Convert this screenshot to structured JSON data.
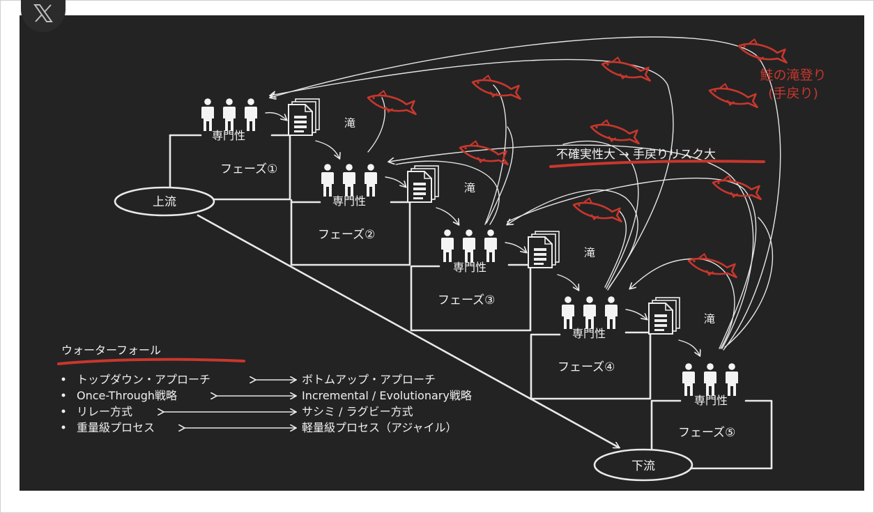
{
  "labels": {
    "upstream": "上流",
    "downstream": "下流",
    "taki": "滝",
    "expertise": "専門性",
    "phases": [
      "フェーズ①",
      "フェーズ②",
      "フェーズ③",
      "フェーズ④",
      "フェーズ⑤"
    ],
    "salmon_title_1": "鮭の滝登り",
    "salmon_title_2": "(手戻り)",
    "risk": "不確実性大 → 手戻りリスク大"
  },
  "legend": {
    "title": "ウォーターフォール",
    "rows": [
      {
        "left": "トップダウン・アプローチ",
        "right": "ボトムアップ・アプローチ"
      },
      {
        "left": "Once-Through戦略",
        "right": "Incremental / Evolutionary戦略"
      },
      {
        "left": "リレー方式",
        "right": "サシミ / ラグビー方式"
      },
      {
        "left": "重量級プロセス",
        "right": "軽量級プロセス（アジャイル）"
      }
    ]
  },
  "colors": {
    "board": "#232323",
    "chalk": "#e9e9e9",
    "accent_red": "#c8372d"
  },
  "icons": [
    "x-logo-icon",
    "person-icon",
    "document-stack-icon",
    "salmon-icon"
  ]
}
